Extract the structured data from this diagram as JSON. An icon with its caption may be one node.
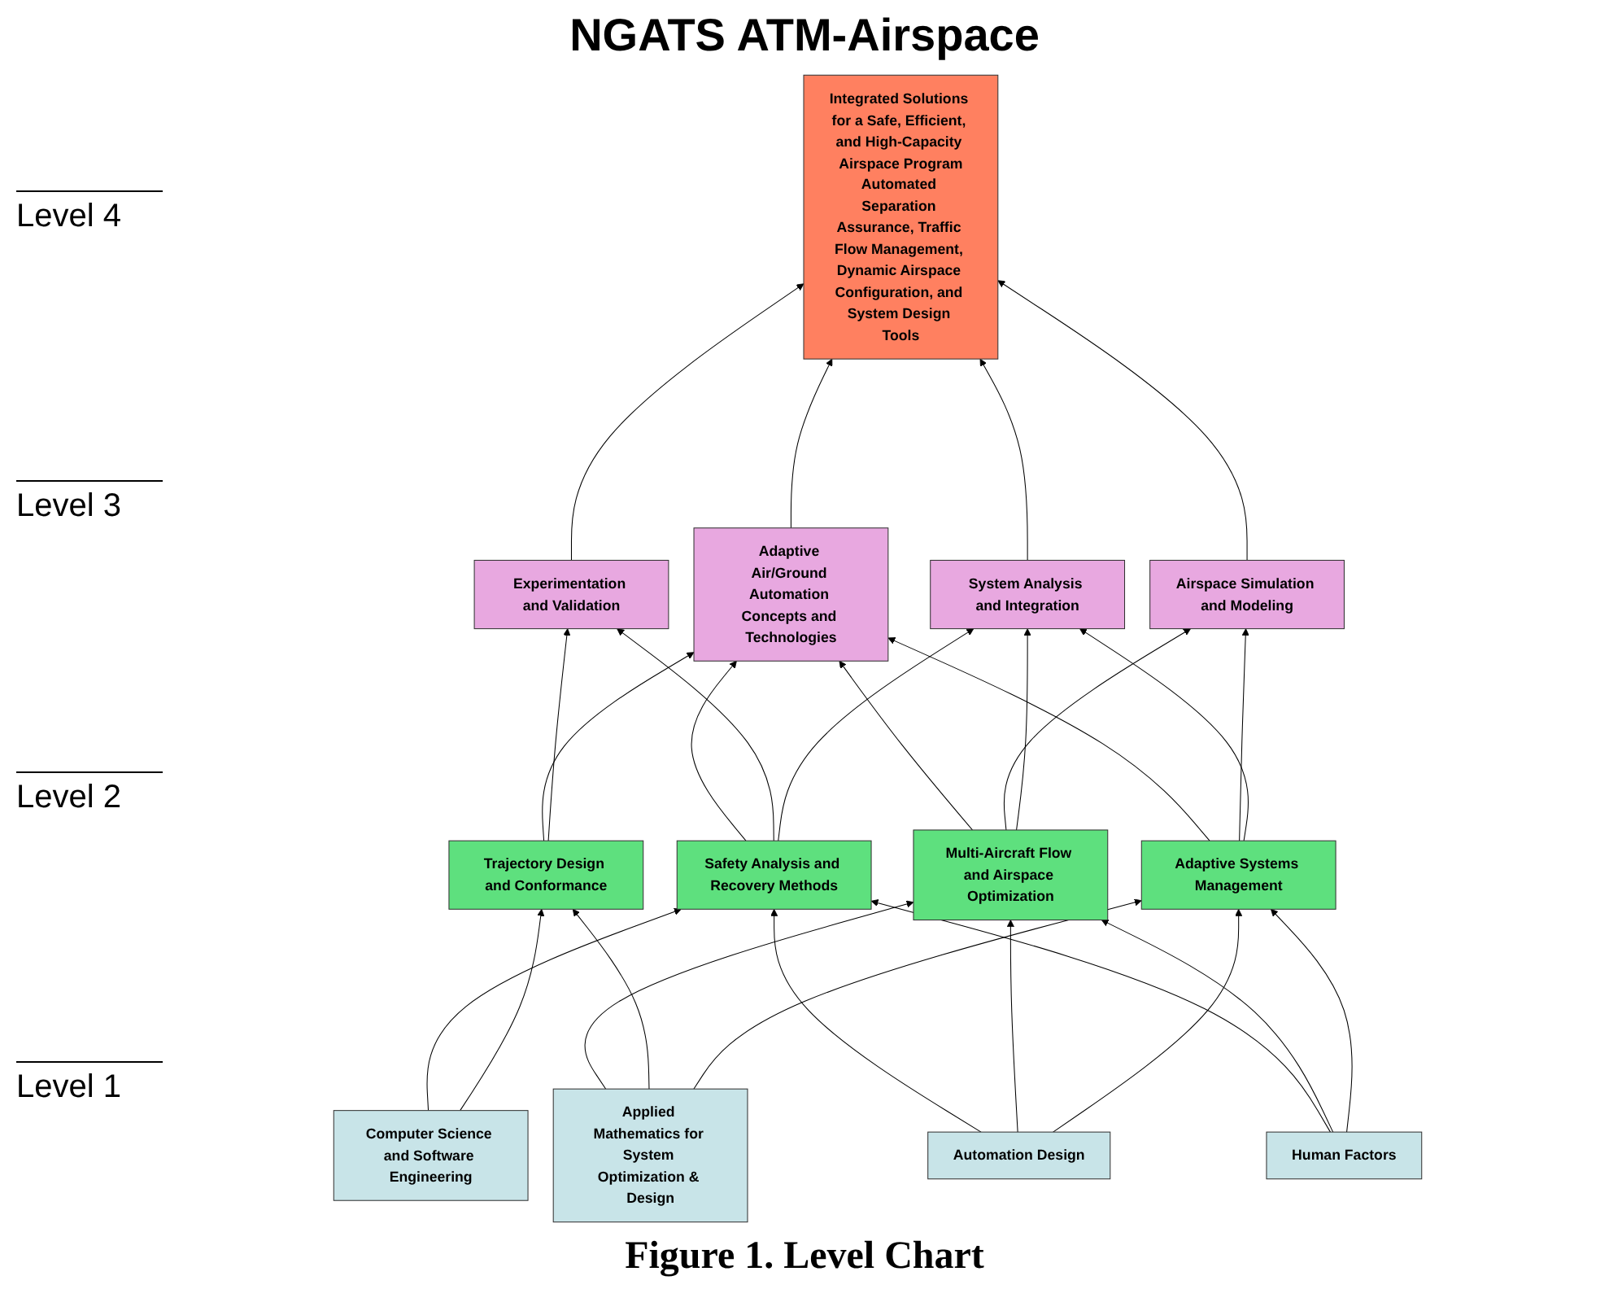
{
  "diagram": {
    "title": "NGATS ATM-Airspace",
    "caption": "Figure 1. Level Chart",
    "nodes": [
      {
        "text": [
          "Integrated Solutions for a Safe, Efficient, and High-Capacity Airspace Program",
          "Automated Separation Assurance, Traffic Flow Management, Dynamic Airspace Configuration, and System Design Tools"
        ]
      },
      {
        "text": [
          "Adaptive Air/Ground Automation Concepts and Technologies"
        ]
      },
      {
        "text": [
          "Airspace Simulation and Modeling"
        ]
      },
      {
        "text": [
          "Experimentation and Validation"
        ]
      },
      {
        "text": [
          "System Analysis and Integration"
        ]
      },
      {
        "text": [
          "Safety Analysis and Recovery Methods"
        ]
      },
      {
        "text": [
          "Multi-Aircraft Flow and Airspace Optimization"
        ]
      },
      {
        "text": [
          "Trajectory Design and Conformance"
        ]
      },
      {
        "text": [
          "Adaptive Systems Management"
        ]
      },
      {
        "text": [
          "Computer Science and Software Engineering"
        ]
      },
      {
        "text": [
          "Automation Design"
        ]
      },
      {
        "text": [
          "Human Factors"
        ]
      },
      {
        "text": [
          "Applied Mathematics for System Optimization & Design"
        ]
      }
    ],
    "edges": [
      {
        "from": 1,
        "to": 0,
        "arrow": "to"
      },
      {
        "from": 2,
        "to": 0,
        "arrow": "to"
      },
      {
        "from": 3,
        "to": 0,
        "arrow": "to"
      },
      {
        "from": 4,
        "to": 0,
        "arrow": "to"
      },
      {
        "from": 5,
        "to": 1,
        "arrow": "to"
      },
      {
        "from": 5,
        "to": 3,
        "arrow": "to"
      },
      {
        "from": 5,
        "to": 4,
        "arrow": "to"
      },
      {
        "from": 6,
        "to": 1,
        "arrow": "to"
      },
      {
        "from": 6,
        "to": 2,
        "arrow": "to"
      },
      {
        "from": 6,
        "to": 4,
        "arrow": "to"
      },
      {
        "from": 7,
        "to": 1,
        "arrow": "to"
      },
      {
        "from": 7,
        "to": 3,
        "arrow": "to"
      },
      {
        "from": 8,
        "to": 1,
        "arrow": "to"
      },
      {
        "from": 8,
        "to": 2,
        "arrow": "to"
      },
      {
        "from": 8,
        "to": 4,
        "arrow": "to"
      },
      {
        "from": 9,
        "to": 5,
        "arrow": "to"
      },
      {
        "from": 9,
        "to": 7,
        "arrow": "to"
      },
      {
        "from": 10,
        "to": 5,
        "arrow": "to"
      },
      {
        "from": 10,
        "to": 6,
        "arrow": "to"
      },
      {
        "from": 10,
        "to": 8,
        "arrow": "to"
      },
      {
        "from": 11,
        "to": 5,
        "arrow": "to"
      },
      {
        "from": 11,
        "to": 6,
        "arrow": "to"
      },
      {
        "from": 11,
        "to": 8,
        "arrow": "to"
      },
      {
        "from": 12,
        "to": 6,
        "arrow": "to"
      },
      {
        "from": 12,
        "to": 7,
        "arrow": "to"
      },
      {
        "from": 12,
        "to": 8,
        "arrow": "to"
      }
    ],
    "labels": [
      "Level 4",
      "Level 3",
      "Level 2",
      "Level 1"
    ]
  }
}
